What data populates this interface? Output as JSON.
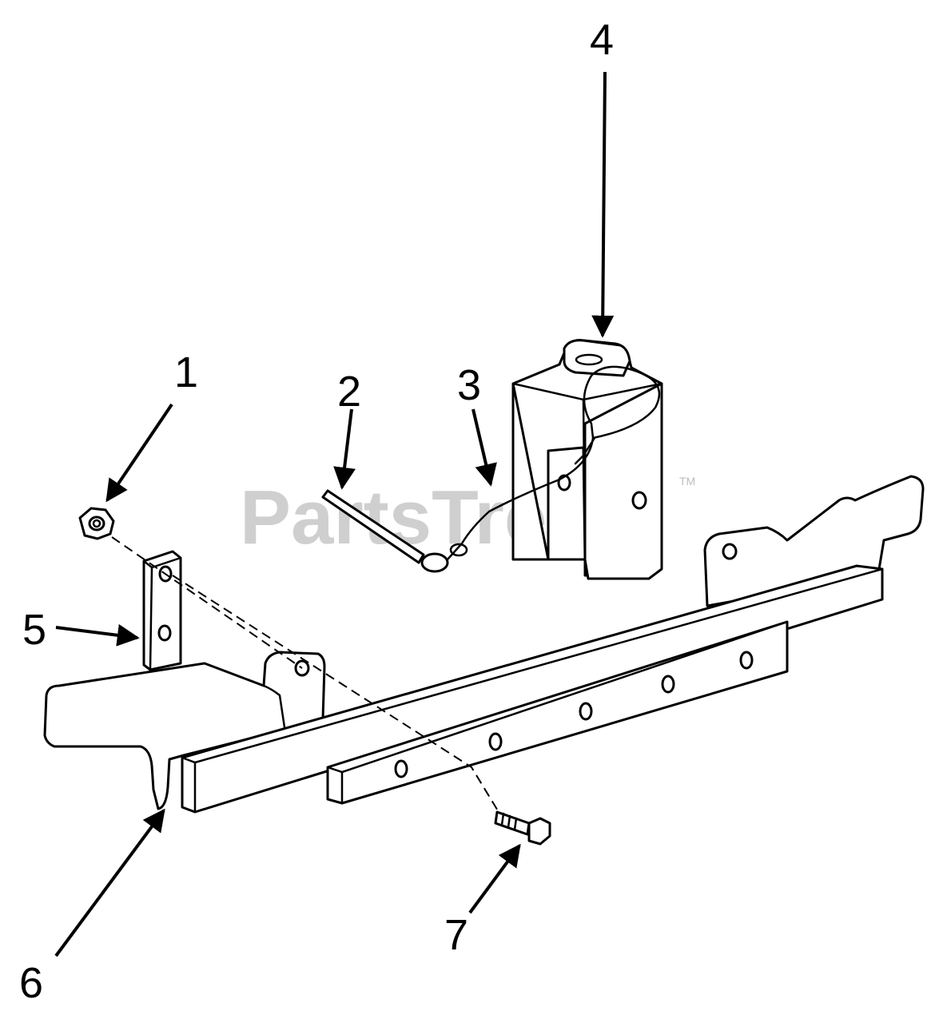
{
  "watermark": {
    "text": "PartsTree",
    "tm": "TM"
  },
  "callouts": [
    {
      "id": "1",
      "label": "1"
    },
    {
      "id": "2",
      "label": "2"
    },
    {
      "id": "3",
      "label": "3"
    },
    {
      "id": "4",
      "label": "4"
    },
    {
      "id": "5",
      "label": "5"
    },
    {
      "id": "6",
      "label": "6"
    },
    {
      "id": "7",
      "label": "7"
    }
  ],
  "colors": {
    "line": "#000000",
    "background": "#ffffff",
    "watermark": "#cfcfcf"
  }
}
